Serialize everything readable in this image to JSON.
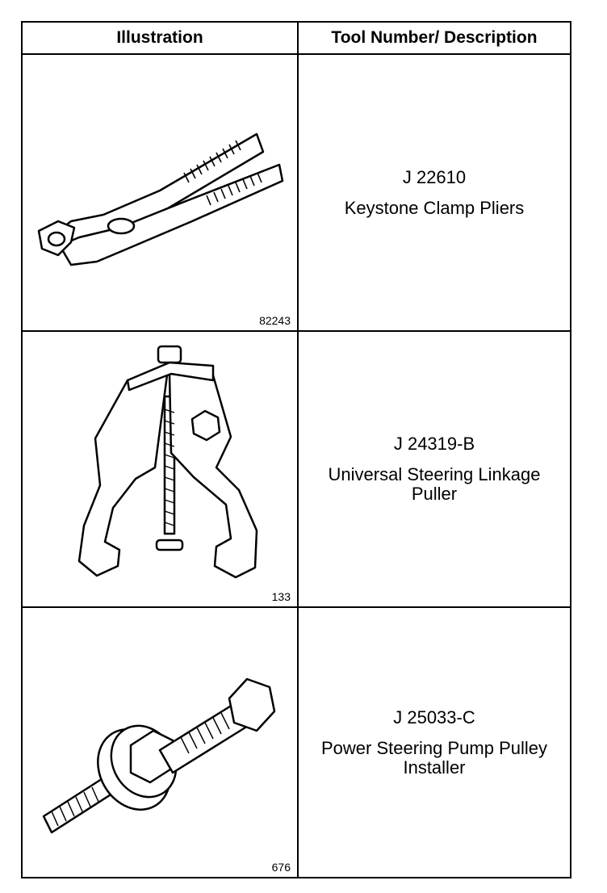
{
  "table": {
    "header": {
      "illustration": "Illustration",
      "description": "Tool Number/ Description"
    },
    "rows": [
      {
        "figure_number": "82243",
        "tool_number": "J 22610",
        "description": "Keystone Clamp Pliers",
        "icon": "keystone-clamp-pliers"
      },
      {
        "figure_number": "133",
        "tool_number": "J 24319-B",
        "description": "Universal Steering Linkage Puller",
        "icon": "steering-linkage-puller"
      },
      {
        "figure_number": "676",
        "tool_number": "J 25033-C",
        "description": "Power Steering Pump Pulley Installer",
        "icon": "pulley-installer"
      }
    ]
  }
}
